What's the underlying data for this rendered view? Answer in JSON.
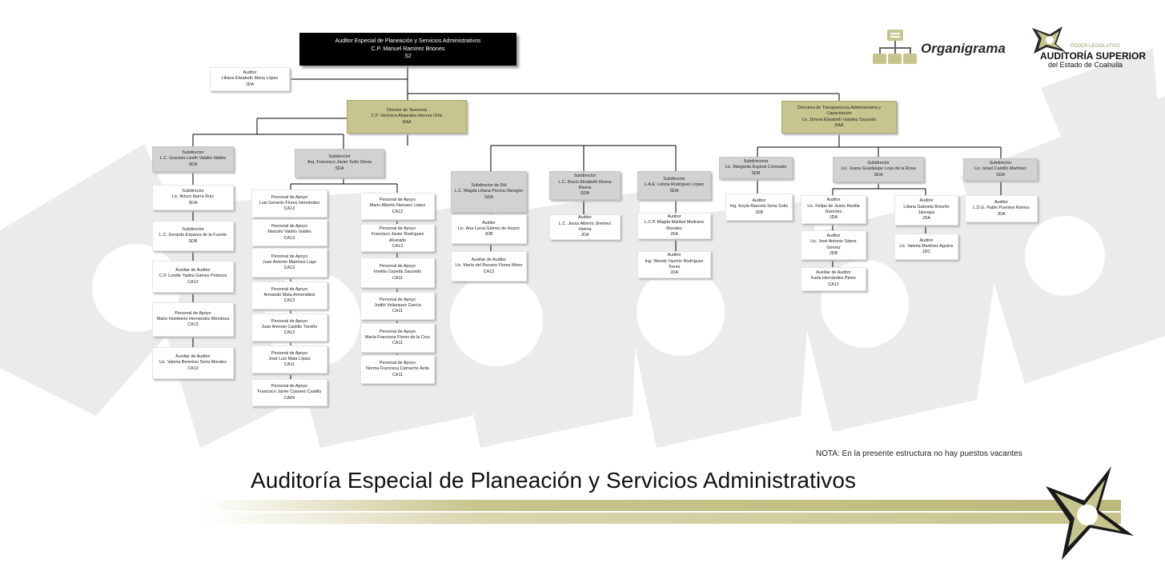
{
  "header": {
    "org_label": "Organigrama",
    "logo_small": "PODER LEGISLATIVO",
    "logo_name": "AUDITORÍA SUPERIOR",
    "logo_state": "del Estado de Coahuila",
    "icons": [
      "organigrama-icon",
      "auditoria-logo-icon",
      "star-watermark"
    ]
  },
  "colors": {
    "olive": "#c7c58f",
    "gray": "#d2d2d2",
    "black": "#000000",
    "band": "#c8c48c",
    "star": "#ebebeb"
  },
  "note": "NOTA: En la presente estructura no hay puestos vacantes",
  "title": "Auditoría Especial de Planeación y Servicios Administrativos",
  "nodes": {
    "top": [
      "Auditor Especial de Planeación y Servicios Administrativos",
      "C.P. Manuel Ramírez Briones",
      "S2"
    ],
    "top_aux": [
      "Auditor",
      "Liliana Elizabeth Mena López",
      "JDA"
    ],
    "dir_tes": [
      "Director de Tesorería",
      "C.P. Verónica Alejandra Herrera Ortiz",
      "DAA"
    ],
    "dir_trans": [
      "Directora de Transparencia Administrativa y Capacitación",
      "Lic. Dinora Elizabeth Valadez Saucedo",
      "DAA"
    ],
    "sub_cv": [
      "Subdirector",
      "L.C. Graciela Lizeth Valdés Valdés",
      "SDA"
    ],
    "sub_fs": [
      "Subdirector",
      "Arq. Francisco Javier Solís Gloria",
      "SDA"
    ],
    "cv1": [
      "Subdirector",
      "Lic. Arturo Ibarra Ruiz",
      "SDA"
    ],
    "cv2": [
      "Subdirector",
      "L.C. Gerardo Esparza de la Fuente",
      "SDB"
    ],
    "cv3": [
      "Auxiliar de Auditor",
      "C.P. Lizette Yadira Gámez Pedroza",
      "CA13"
    ],
    "cv4": [
      "Personal de Apoyo",
      "Mario Humberto Hernández Mendoza",
      "CA13"
    ],
    "cv5": [
      "Auxiliar de Auditor",
      "Lic. Valeria Berenice Soria Morales",
      "CA12"
    ],
    "fs1": [
      "Personal de Apoyo",
      "Luis Gerardo Flores Hernández",
      "CA13"
    ],
    "fs2": [
      "Personal de Apoyo",
      "Marcelo Valdés Valdés",
      "CA13"
    ],
    "fs3": [
      "Personal de Apoyo",
      "Juan Antonio Martínez Lugo",
      "CA13"
    ],
    "fs4": [
      "Personal de Apoyo",
      "Armando Mata Armendáriz",
      "CA13"
    ],
    "fs5": [
      "Personal de Apoyo",
      "Juan Antonio Castillo Treviño",
      "CA12"
    ],
    "fs6": [
      "Personal de Apoyo",
      "José Luis Mata López",
      "CA11"
    ],
    "fs7": [
      "Personal de Apoyo",
      "Francisco Javier Casares Castillo",
      "CA09"
    ],
    "fs8": [
      "Personal de Apoyo",
      "Mario Alberto Narvaez López",
      "CA12"
    ],
    "fs9": [
      "Personal de Apoyo",
      "Francisco Javier Rodríguez Alvarado",
      "CA12"
    ],
    "fs10": [
      "Personal de Apoyo",
      "Imelda Cepeda Saucedo",
      "CA11"
    ],
    "fs11": [
      "Personal de Apoyo",
      "Judith Velázquez García",
      "CA11"
    ],
    "fs12": [
      "Personal de Apoyo",
      "María Francisca Flores de la Cruz",
      "CA11"
    ],
    "fs13": [
      "Personal de Apoyo",
      "Norma Francisca Camacho Ávila",
      "CA11"
    ],
    "rh": [
      "Subdirector de RH",
      "L.C. Magda Liliana Pecina Obregón",
      "SDA"
    ],
    "rh1": [
      "Auditor",
      "Lic. Ana Lucía Gámez de Hoyos",
      "JDB"
    ],
    "rh2": [
      "Auxiliar de Auditor",
      "Lic. María del Rosario Flores Minor",
      "CA13"
    ],
    "rr": [
      "Subdirector",
      "L.C. Rocío Elizabeth Rivera Rivera",
      "SDB"
    ],
    "rr1": [
      "Auditor",
      "L.C. Jesús Alberto Jiménez Vielma",
      "JDA"
    ],
    "lr": [
      "Subdirector",
      "L.A.E. Leticia Rodríguez López",
      "SDA"
    ],
    "lr1": [
      "Auditor",
      "L.C.P. Magda Maribel Medrano Rosales",
      "JDA"
    ],
    "lr2": [
      "Auditor",
      "Ing. Wendy Yazmín Rodríguez Torres",
      "JDA"
    ],
    "mc": [
      "Subdirectora",
      "Lic. Margarita Espinal Coronado",
      "SDB"
    ],
    "mc1": [
      "Auditor",
      "Ing. Keyla Marcela Sena Solís",
      "JDB"
    ],
    "jl": [
      "Subdirector",
      "Lic. Juana Guadalupe Loya de la Rosa",
      "SDA"
    ],
    "jl1": [
      "Auditor",
      "Lic. Felipe de Jesús Revilla Ramírez",
      "JDA"
    ],
    "jl2": [
      "Auditor",
      "Lic. José Antonio Sáenz Gómez",
      "JDB"
    ],
    "jl3": [
      "Auxiliar de Auditor",
      "Karla Hernández Pérez",
      "CA12"
    ],
    "jl4": [
      "Auditor",
      "Liliana Gabriela Briseño Jáuregui",
      "JDA"
    ],
    "jl5": [
      "Auditor",
      "Lic. Valeria Martínez Aguirre",
      "JDC"
    ],
    "im": [
      "Subdirector",
      "Lic. Israel Castillo Martínez",
      "SDA"
    ],
    "im1": [
      "Auditor",
      "L.D.G. Pablo Puentes Ramos",
      "JDA"
    ]
  }
}
